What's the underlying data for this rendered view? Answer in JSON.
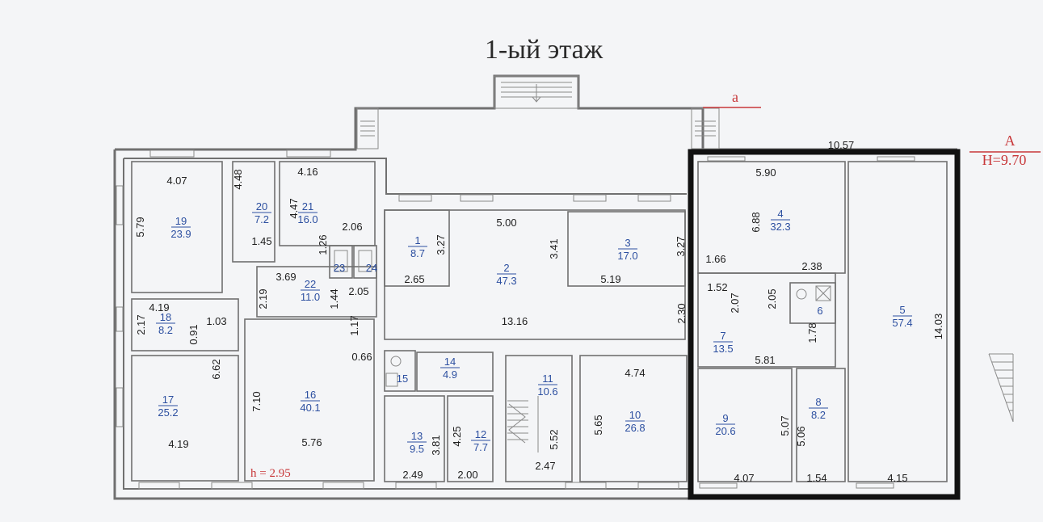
{
  "title": "1-ый этаж",
  "marks": {
    "section_a": "a",
    "axis_A": "A",
    "elevation": "H=9.70",
    "height": "h = 2.95"
  },
  "colors": {
    "area_label": "#2c4fa0",
    "dimension": "#1e1e1e",
    "annotation": "#c8383a",
    "highlight_frame": "#111111"
  },
  "rooms": [
    {
      "num": "1",
      "area": "8.7"
    },
    {
      "num": "2",
      "area": "47.3"
    },
    {
      "num": "3",
      "area": "17.0"
    },
    {
      "num": "4",
      "area": "32.3"
    },
    {
      "num": "5",
      "area": "57.4"
    },
    {
      "num": "6",
      "area": ""
    },
    {
      "num": "7",
      "area": "13.5"
    },
    {
      "num": "8",
      "area": "8.2"
    },
    {
      "num": "9",
      "area": "20.6"
    },
    {
      "num": "10",
      "area": "26.8"
    },
    {
      "num": "11",
      "area": "10.6"
    },
    {
      "num": "12",
      "area": "7.7"
    },
    {
      "num": "13",
      "area": "9.5"
    },
    {
      "num": "14",
      "area": "4.9"
    },
    {
      "num": "15",
      "area": ""
    },
    {
      "num": "16",
      "area": "40.1"
    },
    {
      "num": "17",
      "area": "25.2"
    },
    {
      "num": "18",
      "area": "8.2"
    },
    {
      "num": "19",
      "area": "23.9"
    },
    {
      "num": "20",
      "area": "7.2"
    },
    {
      "num": "21",
      "area": "16.0"
    },
    {
      "num": "22",
      "area": "11.0"
    },
    {
      "num": "23",
      "area": ""
    },
    {
      "num": "24",
      "area": ""
    }
  ],
  "dimensions": [
    "4.07",
    "5.79",
    "4.48",
    "4.47",
    "1.45",
    "4.16",
    "2.06",
    "1.26",
    "3.69",
    "2.19",
    "2.05",
    "1.44",
    "1.17",
    "0.66",
    "4.19",
    "2.17",
    "0.91",
    "1.03",
    "6.62",
    "4.19",
    "7.10",
    "5.76",
    "3.27",
    "2.65",
    "5.00",
    "3.41",
    "13.16",
    "5.19",
    "3.27",
    "2.30",
    "2.49",
    "3.81",
    "4.25",
    "2.00",
    "5.52",
    "2.47",
    "4.74",
    "5.65",
    "10.57",
    "5.90",
    "6.88",
    "1.66",
    "1.52",
    "2.38",
    "2.07",
    "2.05",
    "1.78",
    "5.81",
    "14.03",
    "5.07",
    "5.06",
    "4.07",
    "1.54",
    "4.15"
  ]
}
